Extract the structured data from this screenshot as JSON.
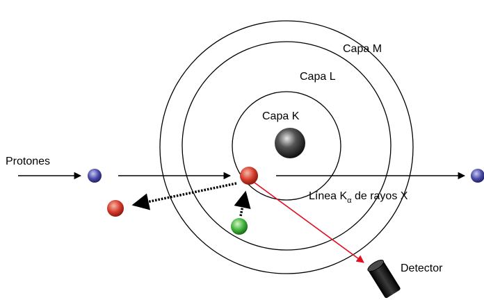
{
  "labels": {
    "shell_m": "Capa M",
    "shell_l": "Capa L",
    "shell_k": "Capa K",
    "protons": "Protones",
    "line_prefix": "Línea K",
    "line_subscript": "α",
    "line_suffix": " de rayos X",
    "detector": "Detector"
  },
  "colors": {
    "proton": "#4a4aa8",
    "ejected_electron": "#d43a2a",
    "inner_electron": "#d43a2a",
    "outer_electron": "#3fb13a",
    "nucleus": "#333333",
    "xray_ray": "#e01020",
    "detector_body": "#111111",
    "orbit": "#000000"
  },
  "icons": {
    "nucleus": "sphere-icon",
    "proton": "sphere-icon",
    "electron": "sphere-icon",
    "detector": "cylinder-detector-icon"
  }
}
